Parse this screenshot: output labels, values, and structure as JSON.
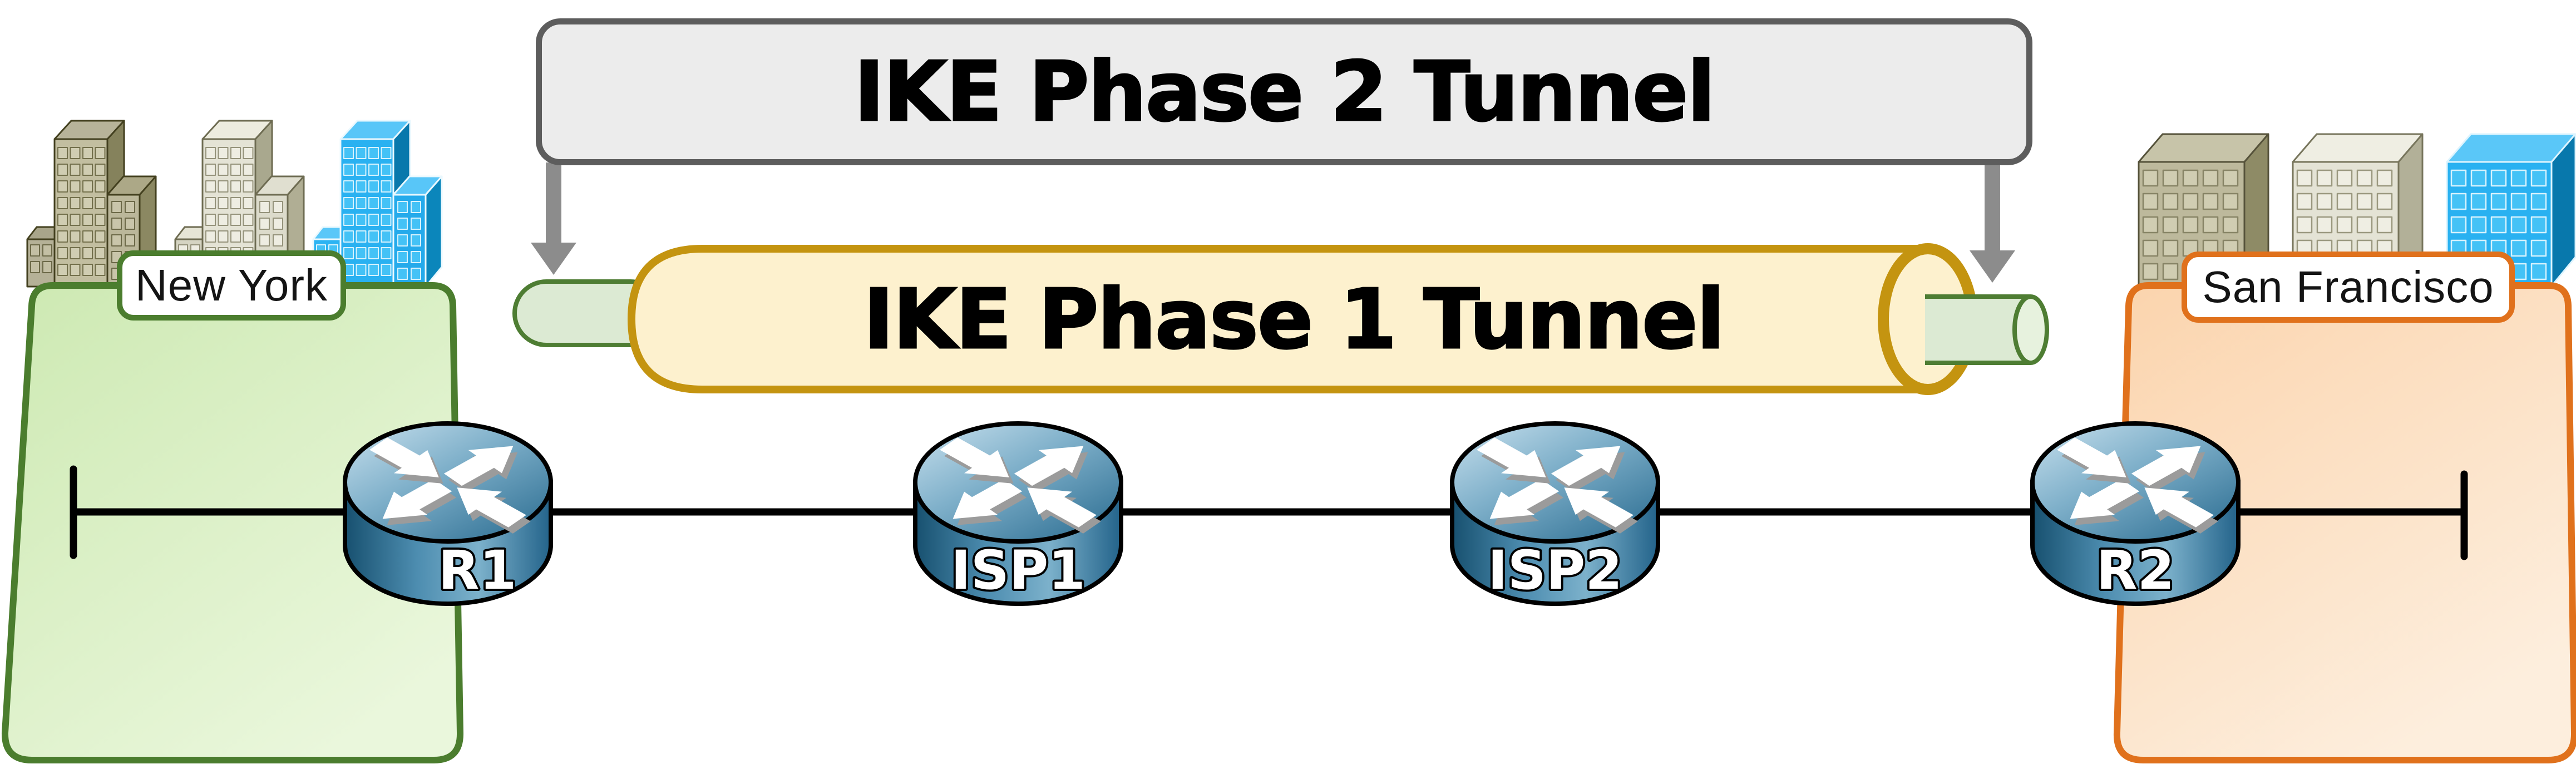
{
  "diagram": {
    "phase2_tunnel_label": "IKE Phase 2 Tunnel",
    "phase1_tunnel_label": "IKE Phase 1 Tunnel",
    "sites": [
      {
        "name": "New York",
        "accent": "#4b7d2e"
      },
      {
        "name": "San Francisco",
        "accent": "#e0711c"
      }
    ],
    "routers": [
      {
        "label": "R1"
      },
      {
        "label": "ISP1"
      },
      {
        "label": "ISP2"
      },
      {
        "label": "R2"
      }
    ]
  },
  "colors": {
    "green-border": "#4b7d2e",
    "green-fill-a": "#cde9b2",
    "green-fill-b": "#eaf7dc",
    "orange-border": "#e0711c",
    "orange-fill-a": "#fbd4ad",
    "orange-fill-b": "#fdeedd",
    "tunnel-fill": "#fdf1ce",
    "tunnel-border": "#c49410",
    "cyl-fill": "#dcead3",
    "cyl-fill-light": "#e7f2de",
    "cyl-border": "#4e7d33",
    "arrow-gray": "#8c8c8c",
    "p2-fill": "#ececec",
    "p2-border": "#5d5d5d",
    "line-black": "#000000"
  }
}
